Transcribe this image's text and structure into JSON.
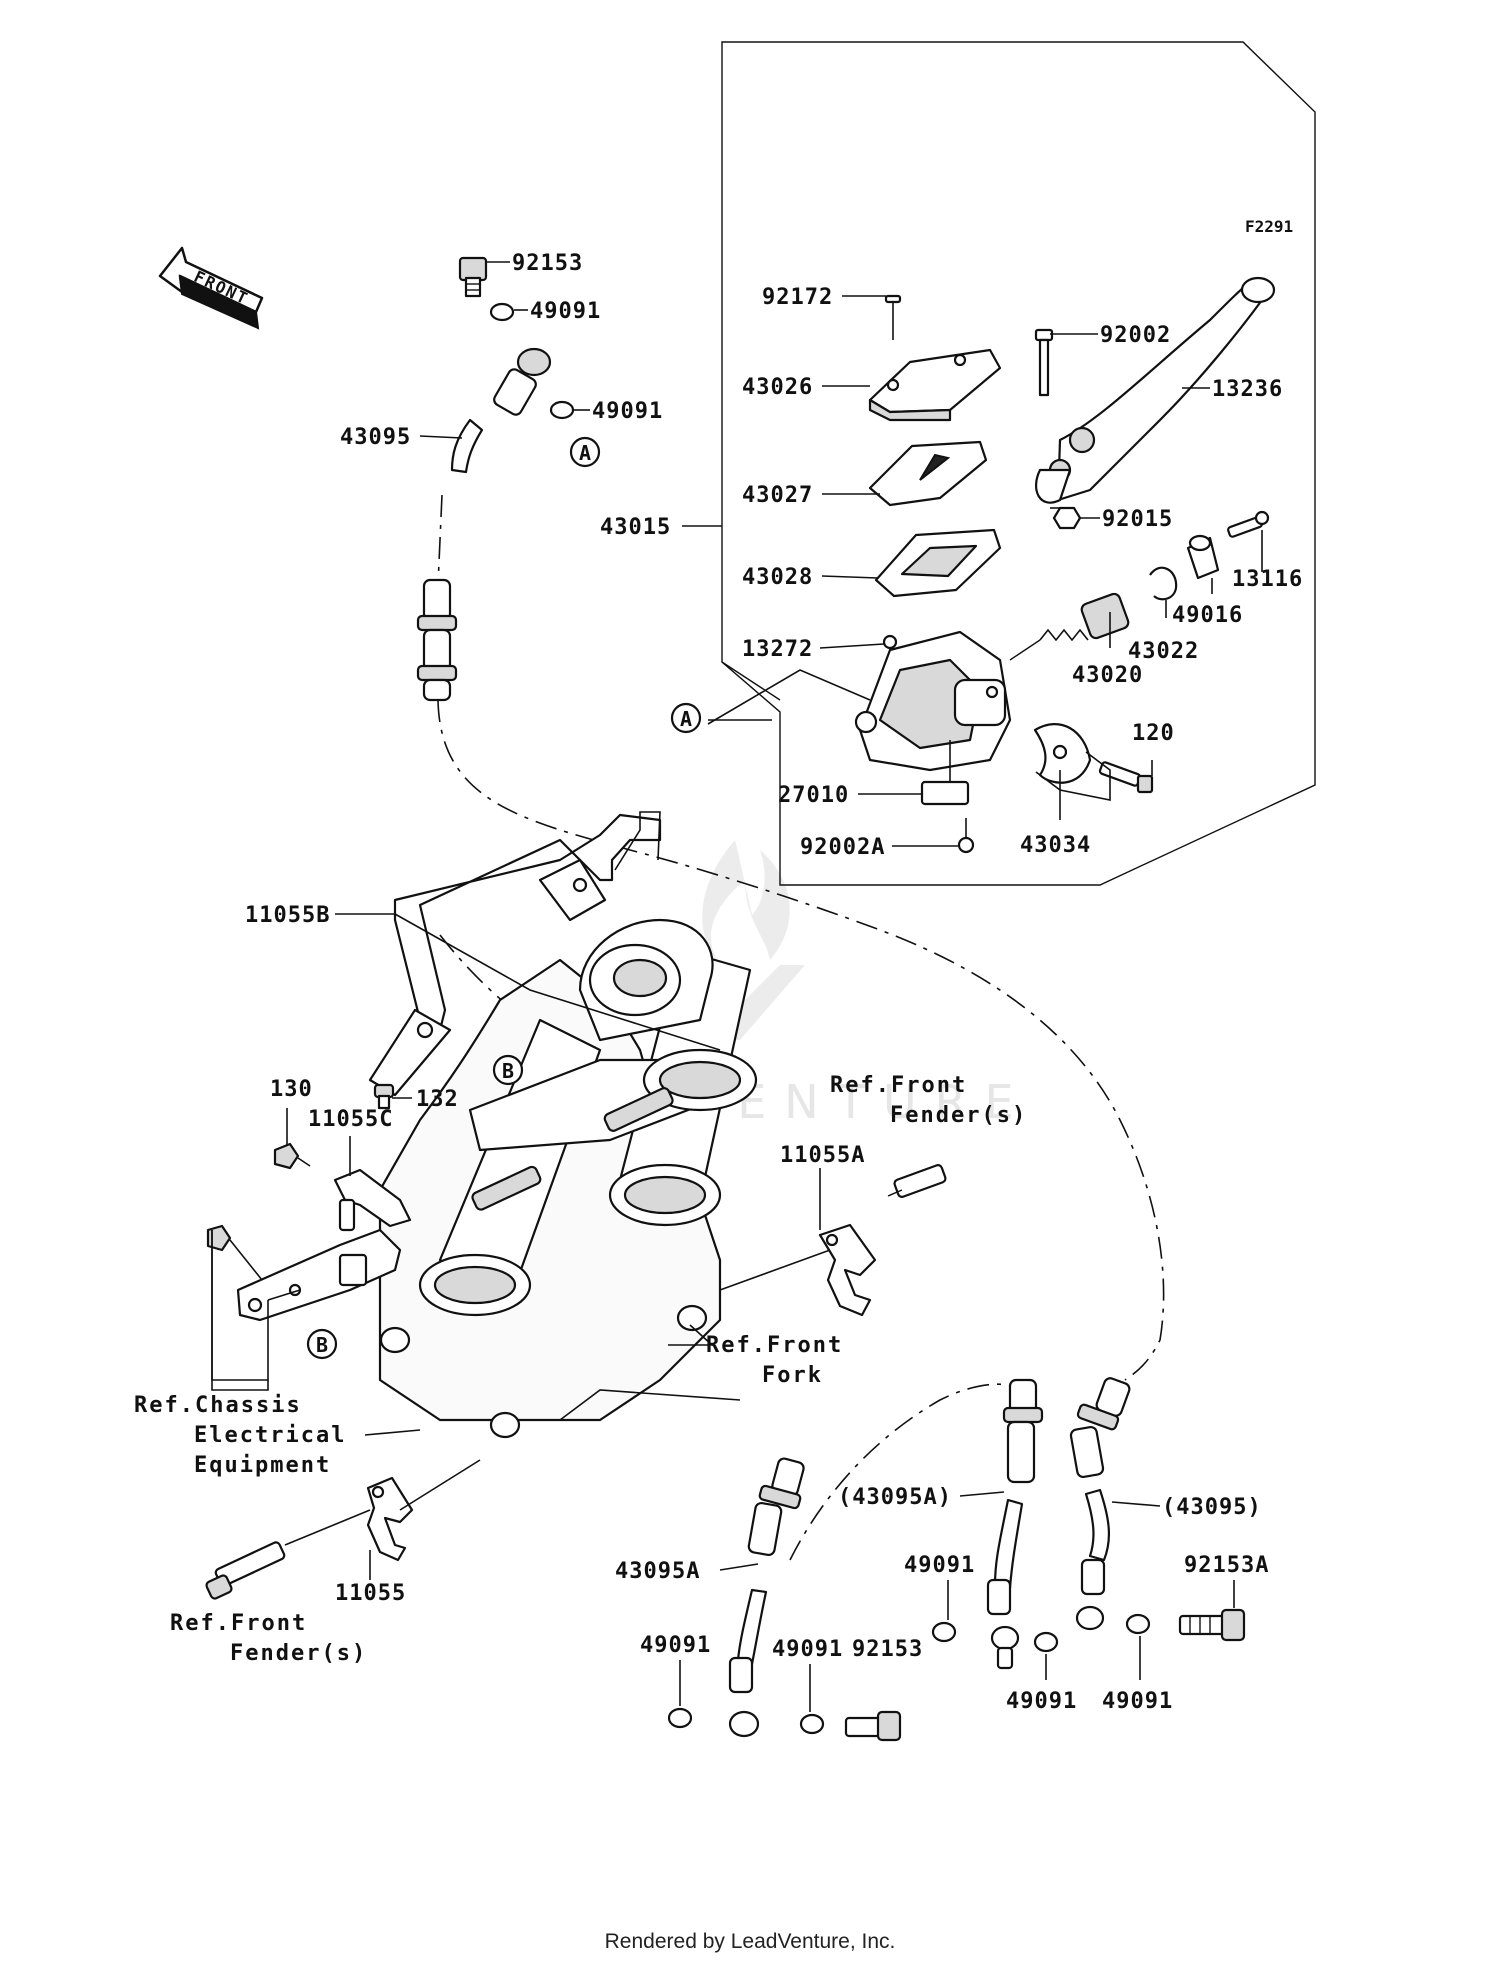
{
  "figure_code": "F2291",
  "front_label": "FRONT",
  "watermark": "LEADVENTURE",
  "footer": "Rendered by LeadVenture, Inc.",
  "callouts": [
    {
      "id": "a1",
      "text": "A"
    },
    {
      "id": "a2",
      "text": "A"
    },
    {
      "id": "b1",
      "text": "B"
    },
    {
      "id": "b2",
      "text": "B"
    }
  ],
  "labels": [
    {
      "id": "p92153_top",
      "text": "92153"
    },
    {
      "id": "p49091_t1",
      "text": "49091"
    },
    {
      "id": "p49091_t2",
      "text": "49091"
    },
    {
      "id": "p43095",
      "text": "43095"
    },
    {
      "id": "p92172",
      "text": "92172"
    },
    {
      "id": "p43026",
      "text": "43026"
    },
    {
      "id": "p43027",
      "text": "43027"
    },
    {
      "id": "p43015",
      "text": "43015"
    },
    {
      "id": "p43028",
      "text": "43028"
    },
    {
      "id": "p13272",
      "text": "13272"
    },
    {
      "id": "p27010",
      "text": "27010"
    },
    {
      "id": "p92002A",
      "text": "92002A"
    },
    {
      "id": "p43034",
      "text": "43034"
    },
    {
      "id": "p120",
      "text": "120"
    },
    {
      "id": "p43020",
      "text": "43020"
    },
    {
      "id": "p43022",
      "text": "43022"
    },
    {
      "id": "p49016",
      "text": "49016"
    },
    {
      "id": "p13116",
      "text": "13116"
    },
    {
      "id": "p92015",
      "text": "92015"
    },
    {
      "id": "p13236",
      "text": "13236"
    },
    {
      "id": "p92002",
      "text": "92002"
    },
    {
      "id": "p11055B",
      "text": "11055B"
    },
    {
      "id": "p132",
      "text": "132"
    },
    {
      "id": "p130",
      "text": "130"
    },
    {
      "id": "p11055C",
      "text": "11055C"
    },
    {
      "id": "p11055A",
      "text": "11055A"
    },
    {
      "id": "p11055",
      "text": "11055"
    },
    {
      "id": "p43095A",
      "text": "43095A"
    },
    {
      "id": "p43095A_p",
      "text": "(43095A)"
    },
    {
      "id": "p43095_p",
      "text": "(43095)"
    },
    {
      "id": "p49091_b1",
      "text": "49091"
    },
    {
      "id": "p49091_b2",
      "text": "49091"
    },
    {
      "id": "p92153_b",
      "text": "92153"
    },
    {
      "id": "p49091_b3",
      "text": "49091"
    },
    {
      "id": "p49091_b4",
      "text": "49091"
    },
    {
      "id": "p92153A",
      "text": "92153A"
    },
    {
      "id": "p49091_b5",
      "text": "49091"
    }
  ],
  "references": [
    {
      "id": "ref_fender_top",
      "lines": [
        "Ref.Front",
        "Fender(s)"
      ]
    },
    {
      "id": "ref_fork",
      "lines": [
        "Ref.Front",
        "Fork"
      ]
    },
    {
      "id": "ref_chassis",
      "lines": [
        "Ref.Chassis",
        "Electrical",
        "Equipment"
      ]
    },
    {
      "id": "ref_fender_bottom",
      "lines": [
        "Ref.Front",
        "Fender(s)"
      ]
    }
  ]
}
